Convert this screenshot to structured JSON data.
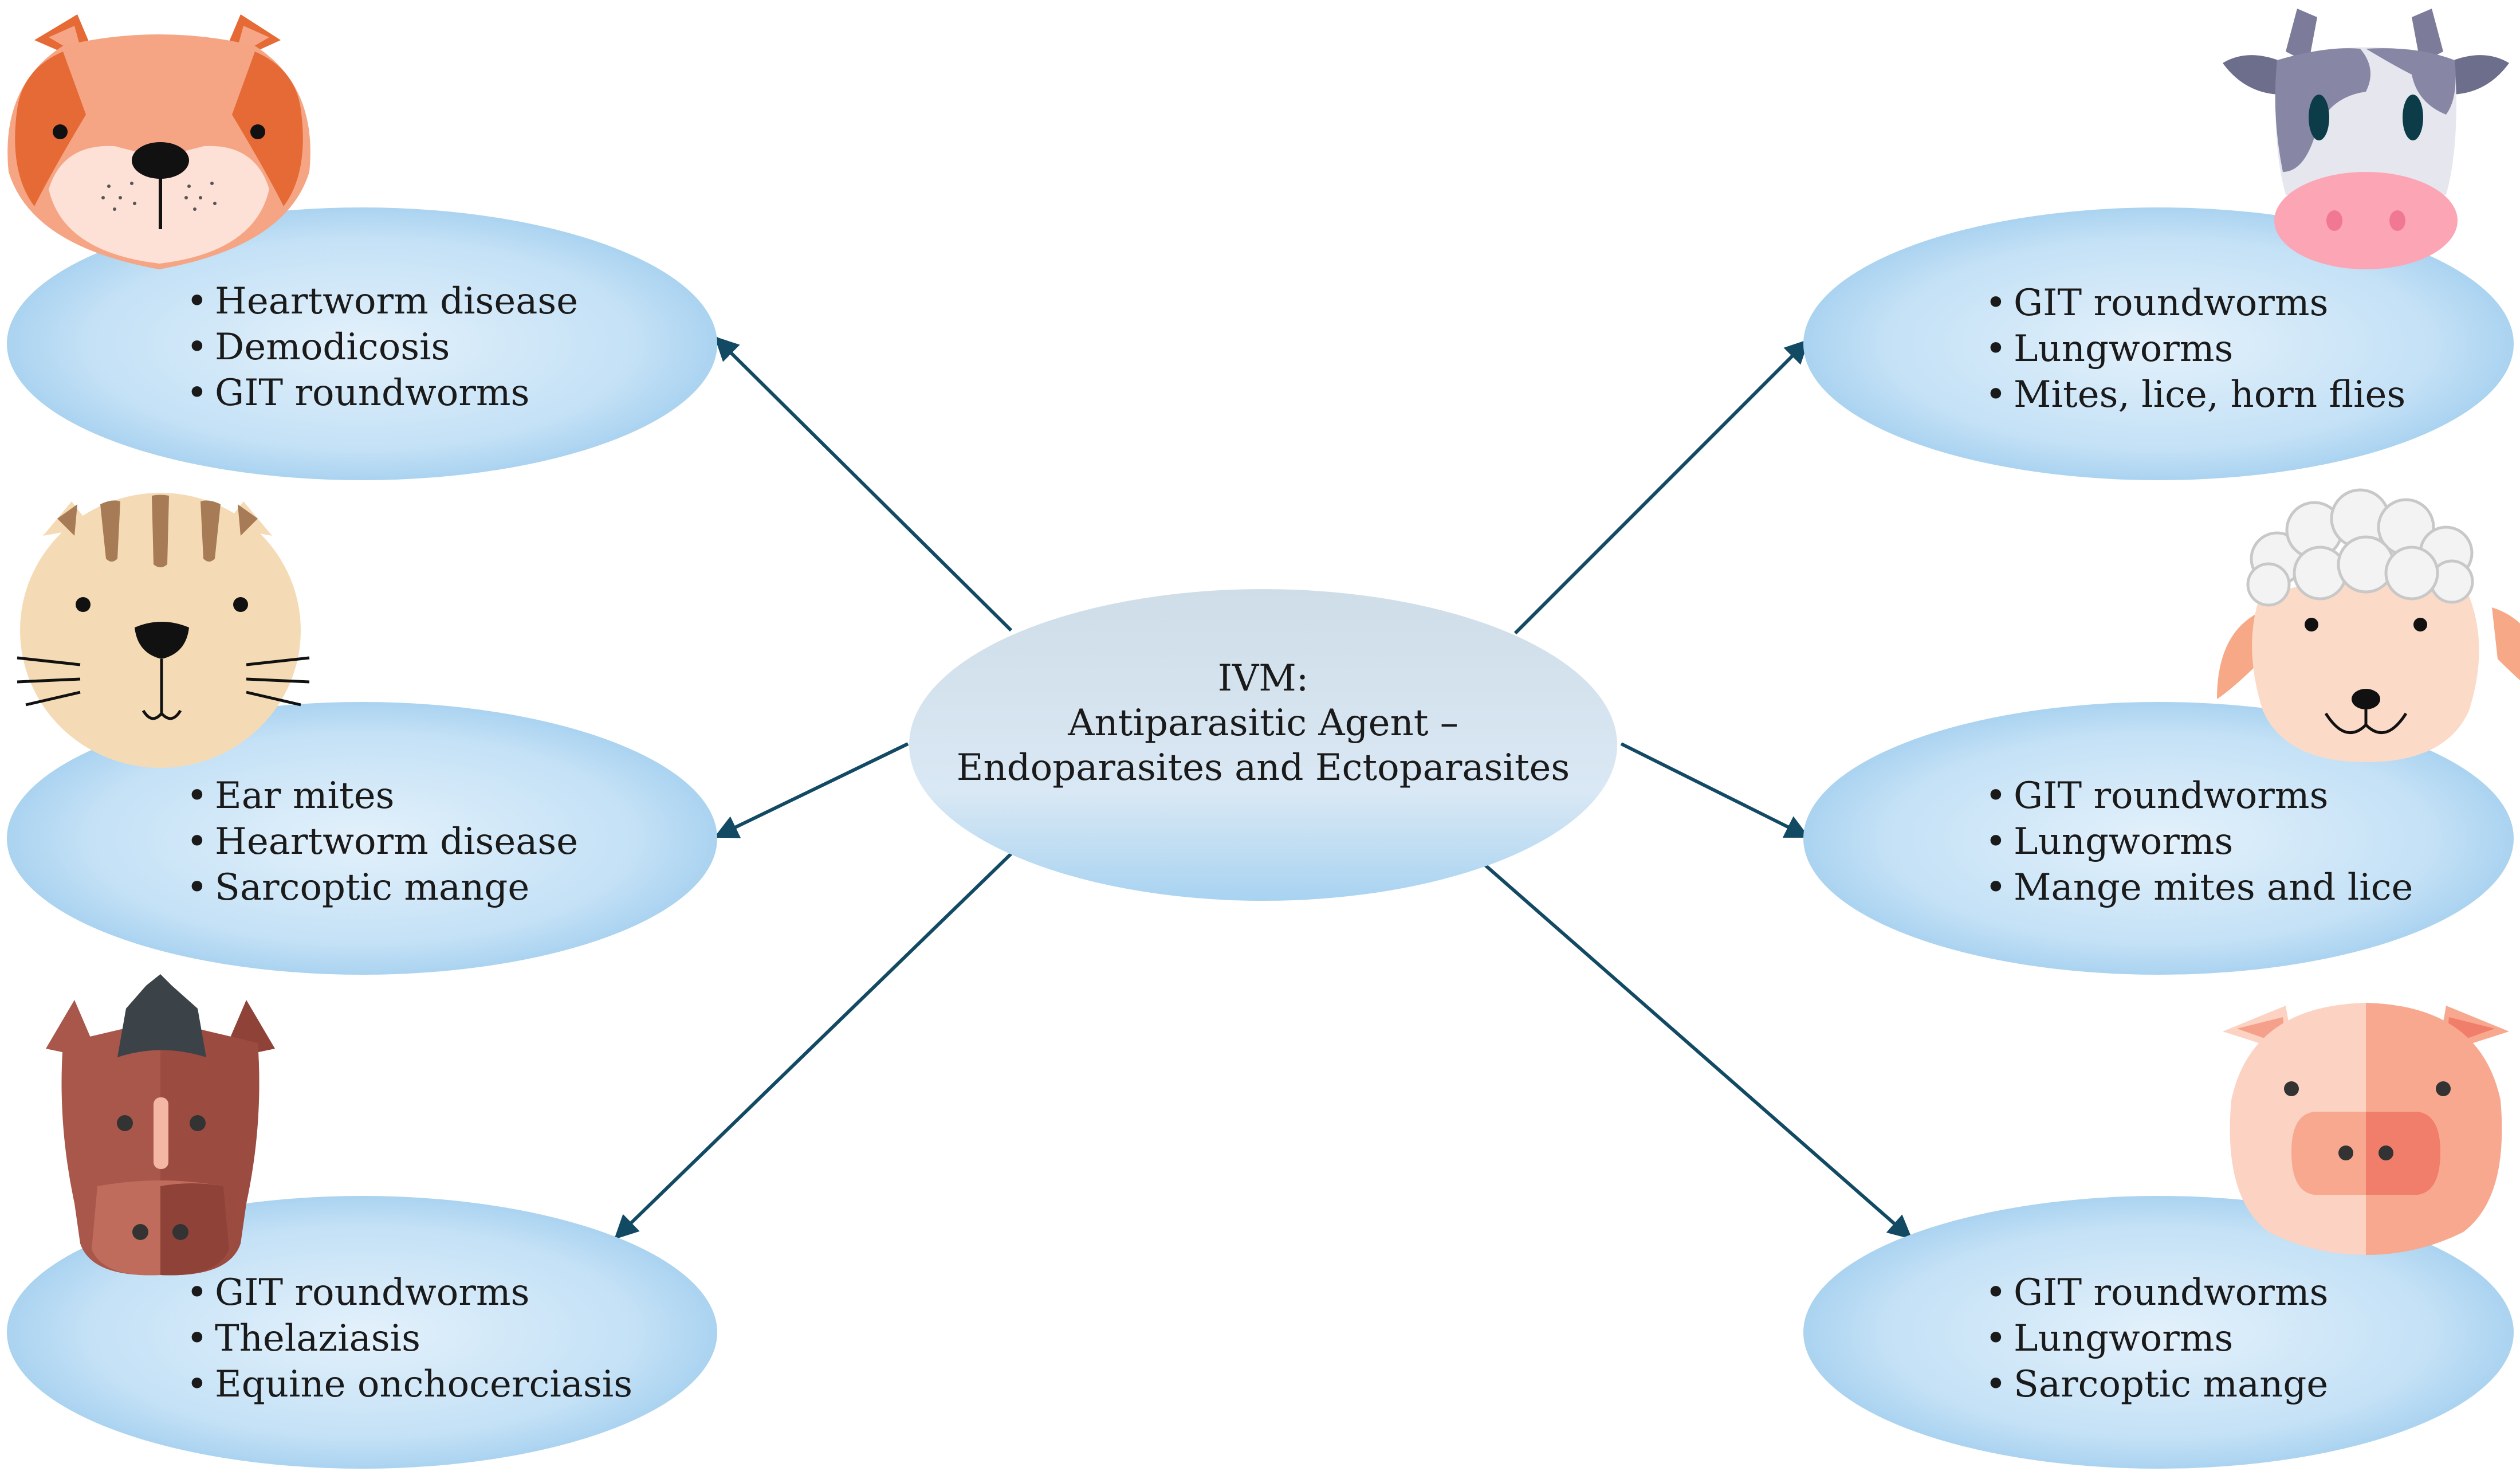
{
  "center": {
    "lines": [
      "IVM:",
      "Antiparasitic Agent –",
      "Endoparasites and Ectoparasites"
    ]
  },
  "nodes": [
    {
      "id": "dog",
      "animal": "dog-face-icon",
      "items": [
        "Heartworm disease",
        "Demodicosis",
        "GIT roundworms"
      ]
    },
    {
      "id": "cat",
      "animal": "cat-face-icon",
      "items": [
        "Ear mites",
        "Heartworm disease",
        "Sarcoptic mange"
      ]
    },
    {
      "id": "horse",
      "animal": "horse-face-icon",
      "items": [
        "GIT roundworms",
        "Thelaziasis",
        "Equine onchocerciasis"
      ]
    },
    {
      "id": "cow",
      "animal": "cow-face-icon",
      "items": [
        "GIT roundworms",
        "Lungworms",
        "Mites, lice, horn flies"
      ]
    },
    {
      "id": "sheep",
      "animal": "sheep-face-icon",
      "items": [
        "GIT roundworms",
        "Lungworms",
        "Mange mites and lice"
      ]
    },
    {
      "id": "pig",
      "animal": "pig-face-icon",
      "items": [
        "GIT roundworms",
        "Lungworms",
        "Sarcoptic mange"
      ]
    }
  ],
  "colors": {
    "arrow": "#124a63",
    "ellipse_light": "#d8ebf8",
    "ellipse_dark": "#9cccee",
    "center_light": "#dbe7f2",
    "center_dark": "#a9d4f1"
  }
}
